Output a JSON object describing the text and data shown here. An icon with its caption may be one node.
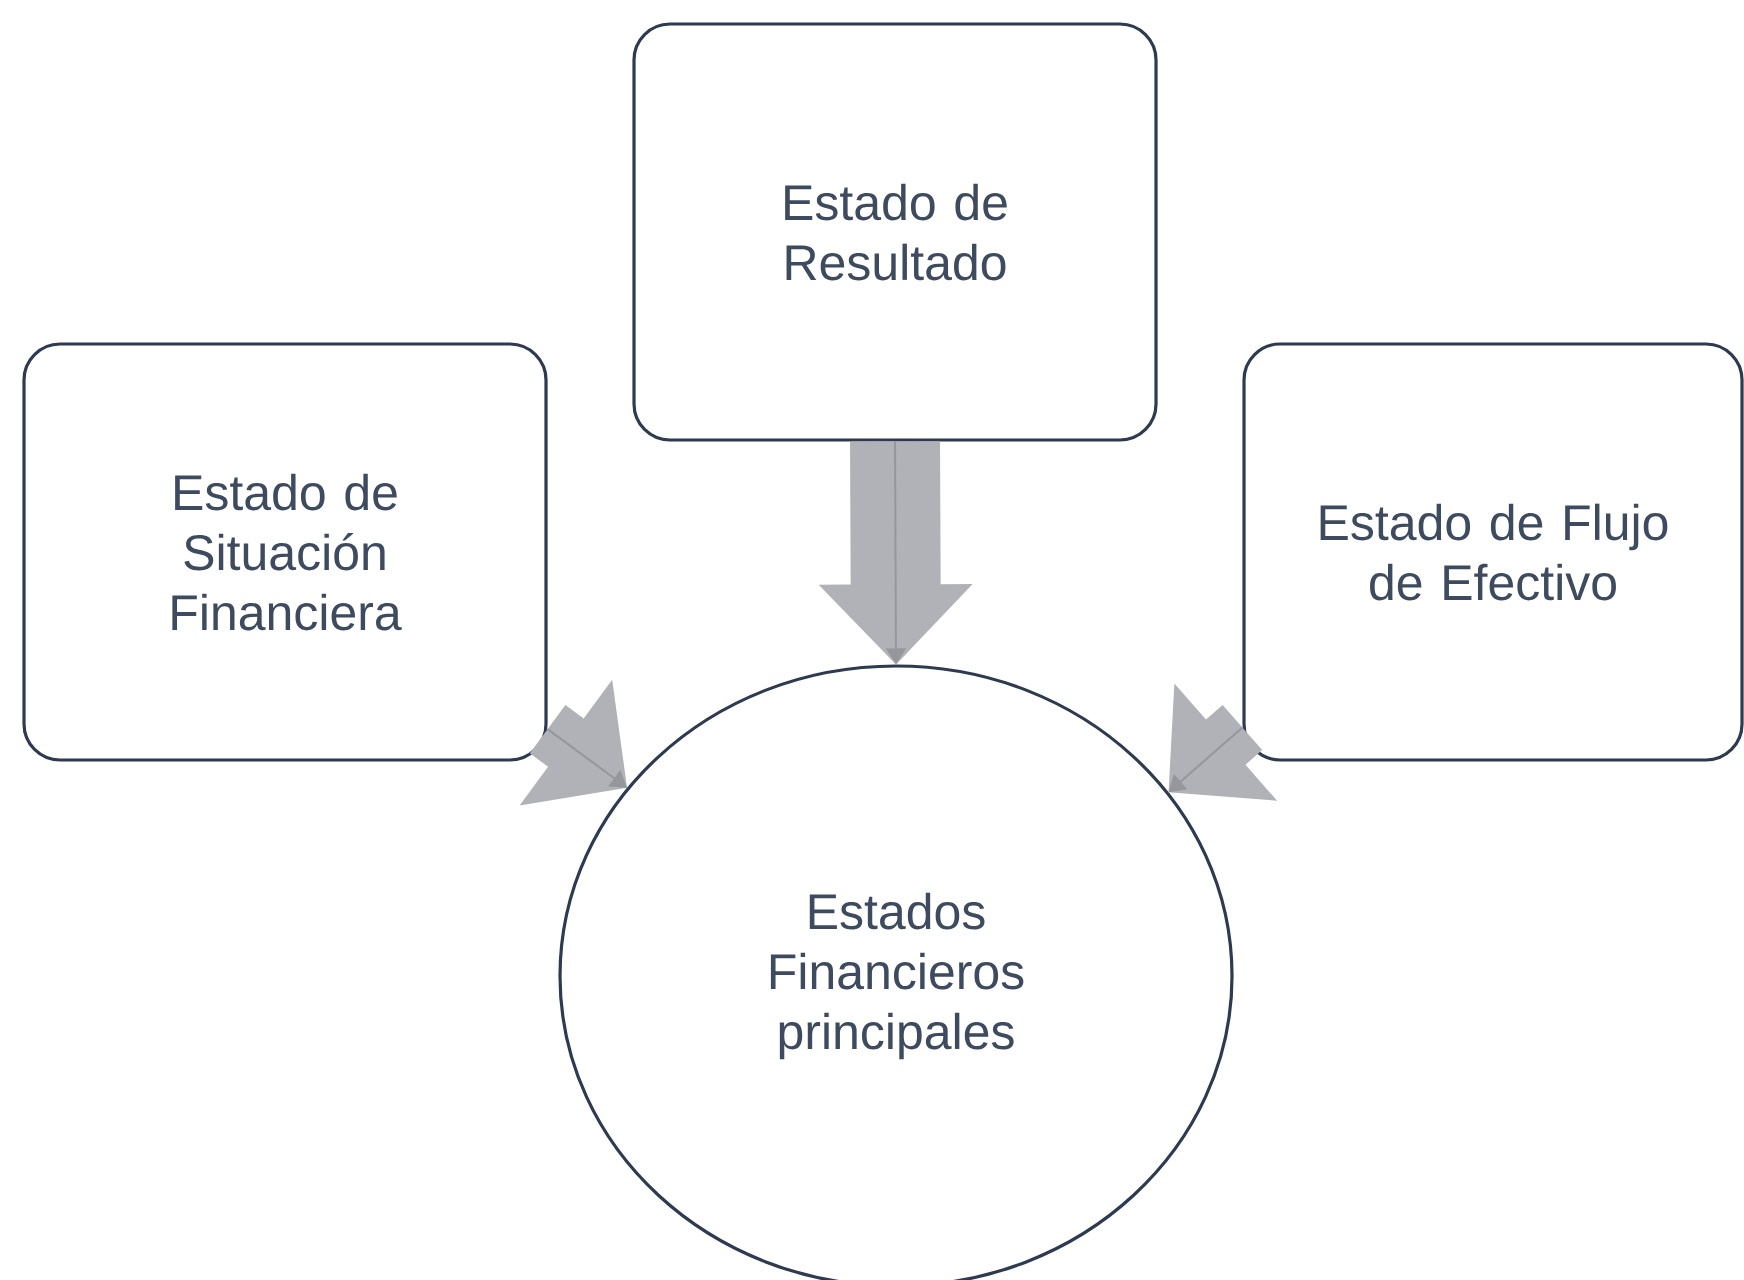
{
  "diagram": {
    "nodes": [
      {
        "text": [
          "Estado de Resultado"
        ]
      },
      {
        "text": [
          "Estado de Situación Financiera"
        ]
      },
      {
        "text": [
          "Estado de Flujo de Efectivo"
        ]
      },
      {
        "text": [
          "Estados Financieros principales"
        ]
      }
    ],
    "edges": [
      {
        "from": 0,
        "to": 3,
        "arrow": "to"
      },
      {
        "from": 1,
        "to": 3,
        "arrow": "to"
      },
      {
        "from": 2,
        "to": 3,
        "arrow": "to"
      }
    ]
  }
}
